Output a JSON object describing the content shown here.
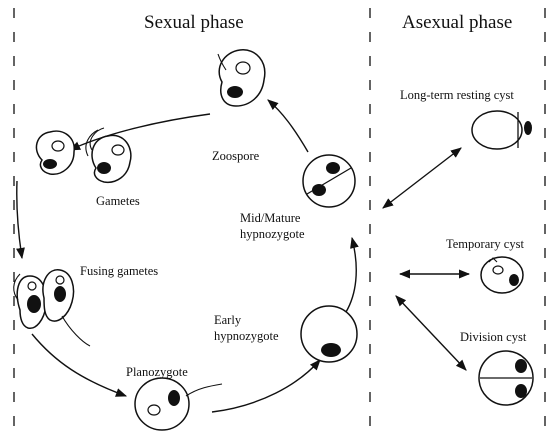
{
  "headers": {
    "sexual": "Sexual phase",
    "asexual": "Asexual phase"
  },
  "sexual_stages": {
    "zoospore": "Zoospore",
    "gametes": "Gametes",
    "fusing": "Fusing gametes",
    "planozygote": "Planozygote",
    "early_1": "Early",
    "early_2": "hypnozygote",
    "mature_1": "Mid/Mature",
    "mature_2": "hypnozygote"
  },
  "asexual_stages": {
    "long_term": "Long-term resting cyst",
    "temporary": "Temporary cyst",
    "division": "Division cyst"
  }
}
